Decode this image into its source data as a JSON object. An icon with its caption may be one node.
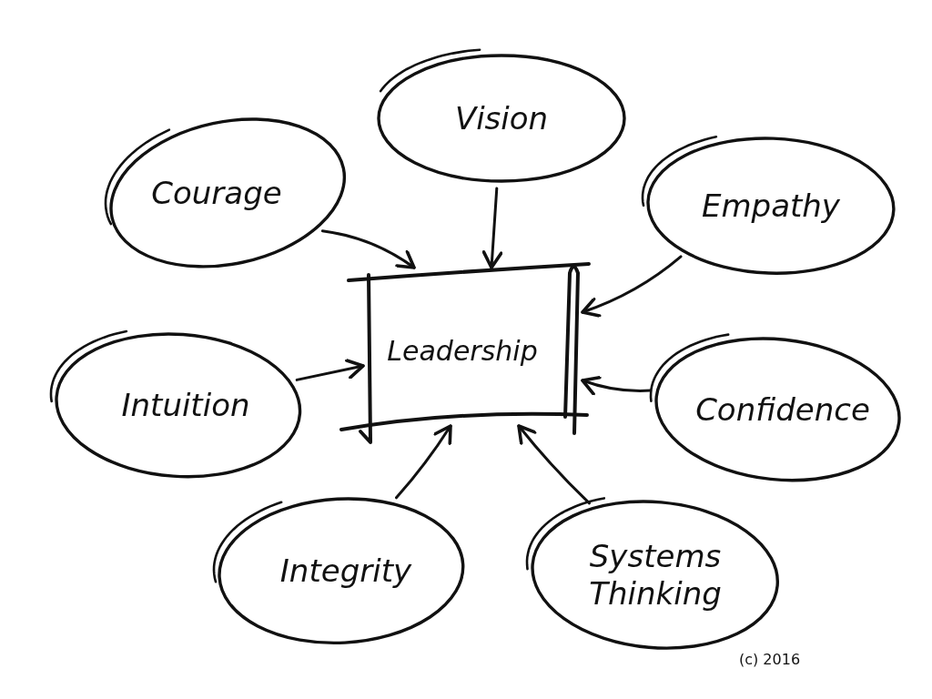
{
  "diagram": {
    "nodes": [
      {
        "text": [
          "Vision"
        ]
      },
      {
        "text": [
          "Courage"
        ]
      },
      {
        "text": [
          "Empathy"
        ]
      },
      {
        "text": [
          "Leadership"
        ]
      },
      {
        "text": [
          "Intuition"
        ]
      },
      {
        "text": [
          "Confidence"
        ]
      },
      {
        "text": [
          "Integrity"
        ]
      },
      {
        "text": [
          "Systems Thinking"
        ]
      }
    ],
    "edges": [
      {
        "from": 0,
        "to": 3,
        "arrow": "to"
      },
      {
        "from": 1,
        "to": 3,
        "arrow": "to"
      },
      {
        "from": 2,
        "to": 3,
        "arrow": "to"
      },
      {
        "from": 4,
        "to": 3,
        "arrow": "to"
      },
      {
        "from": 5,
        "to": 3,
        "arrow": "to"
      },
      {
        "from": 6,
        "to": 3,
        "arrow": "to"
      },
      {
        "from": 7,
        "to": 3,
        "arrow": "to"
      }
    ],
    "labels": [
      "(c) 2016"
    ]
  }
}
